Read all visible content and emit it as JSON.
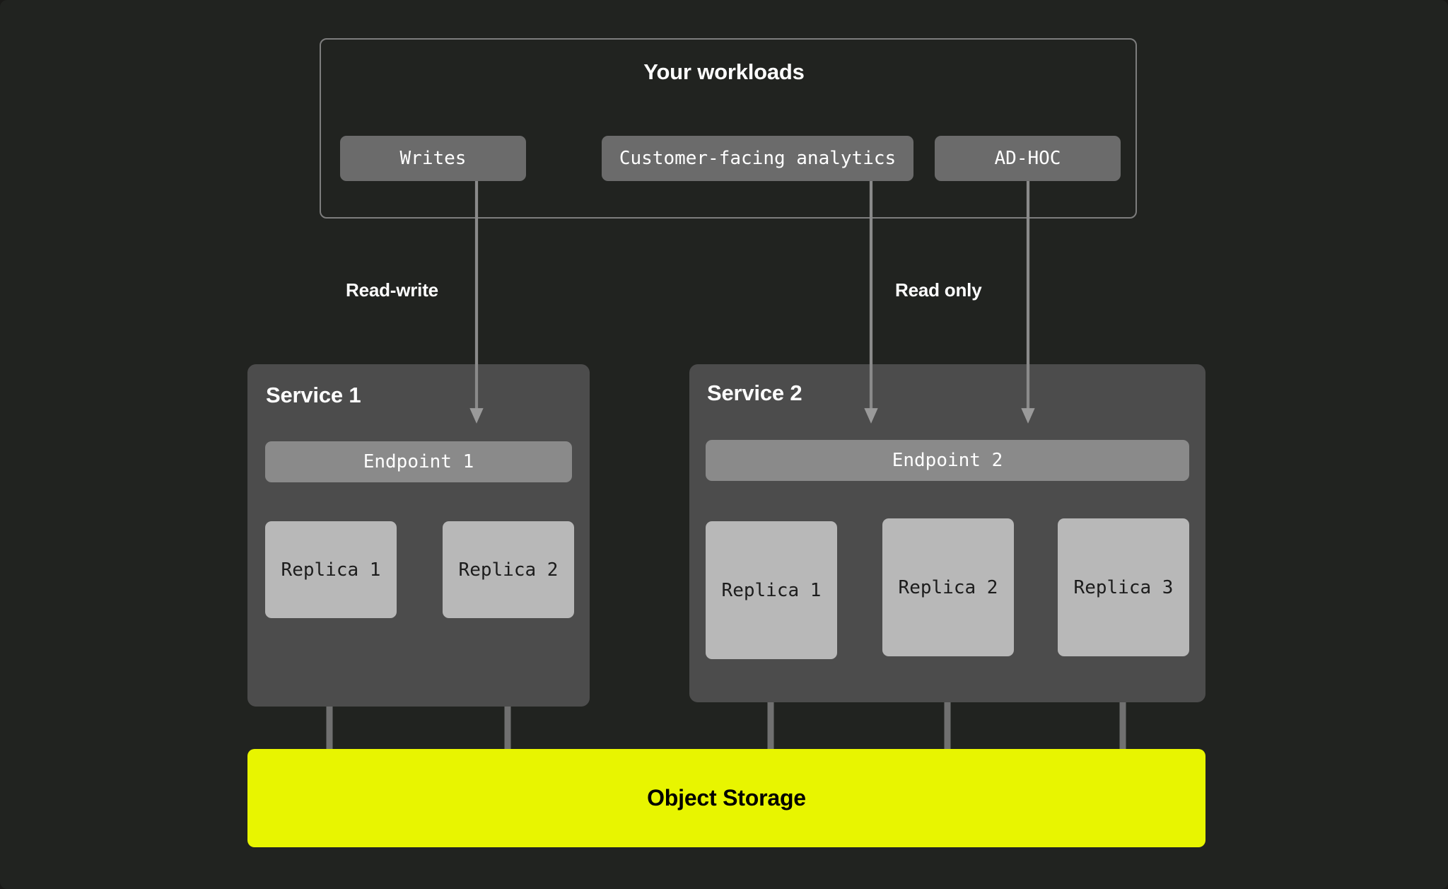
{
  "theme": {
    "background": "#212320",
    "panel": "#4c4c4c",
    "chip": "#6b6b6b",
    "endpoint": "#8a8a8a",
    "replica": "#b8b8b8",
    "wire": "#707070",
    "border": "#7d7d7d",
    "accent_yellow": "#e8f500",
    "text_light": "#ffffff",
    "text_dark": "#1c1c1c"
  },
  "workloads": {
    "title": "Your workloads",
    "items": [
      {
        "id": "writes",
        "label": "Writes"
      },
      {
        "id": "analytics",
        "label": "Customer-facing analytics"
      },
      {
        "id": "adhoc",
        "label": "AD-HOC"
      }
    ]
  },
  "edges": {
    "read_write_label": "Read-write",
    "read_only_label": "Read only"
  },
  "services": [
    {
      "id": "service-1",
      "title": "Service 1",
      "endpoint": "Endpoint 1",
      "replicas": [
        {
          "label": "Replica 1"
        },
        {
          "label": "Replica 2"
        }
      ]
    },
    {
      "id": "service-2",
      "title": "Service 2",
      "endpoint": "Endpoint 2",
      "replicas": [
        {
          "label": "Replica 1"
        },
        {
          "label": "Replica 2"
        },
        {
          "label": "Replica 3"
        }
      ]
    }
  ],
  "storage": {
    "label": "Object Storage"
  }
}
